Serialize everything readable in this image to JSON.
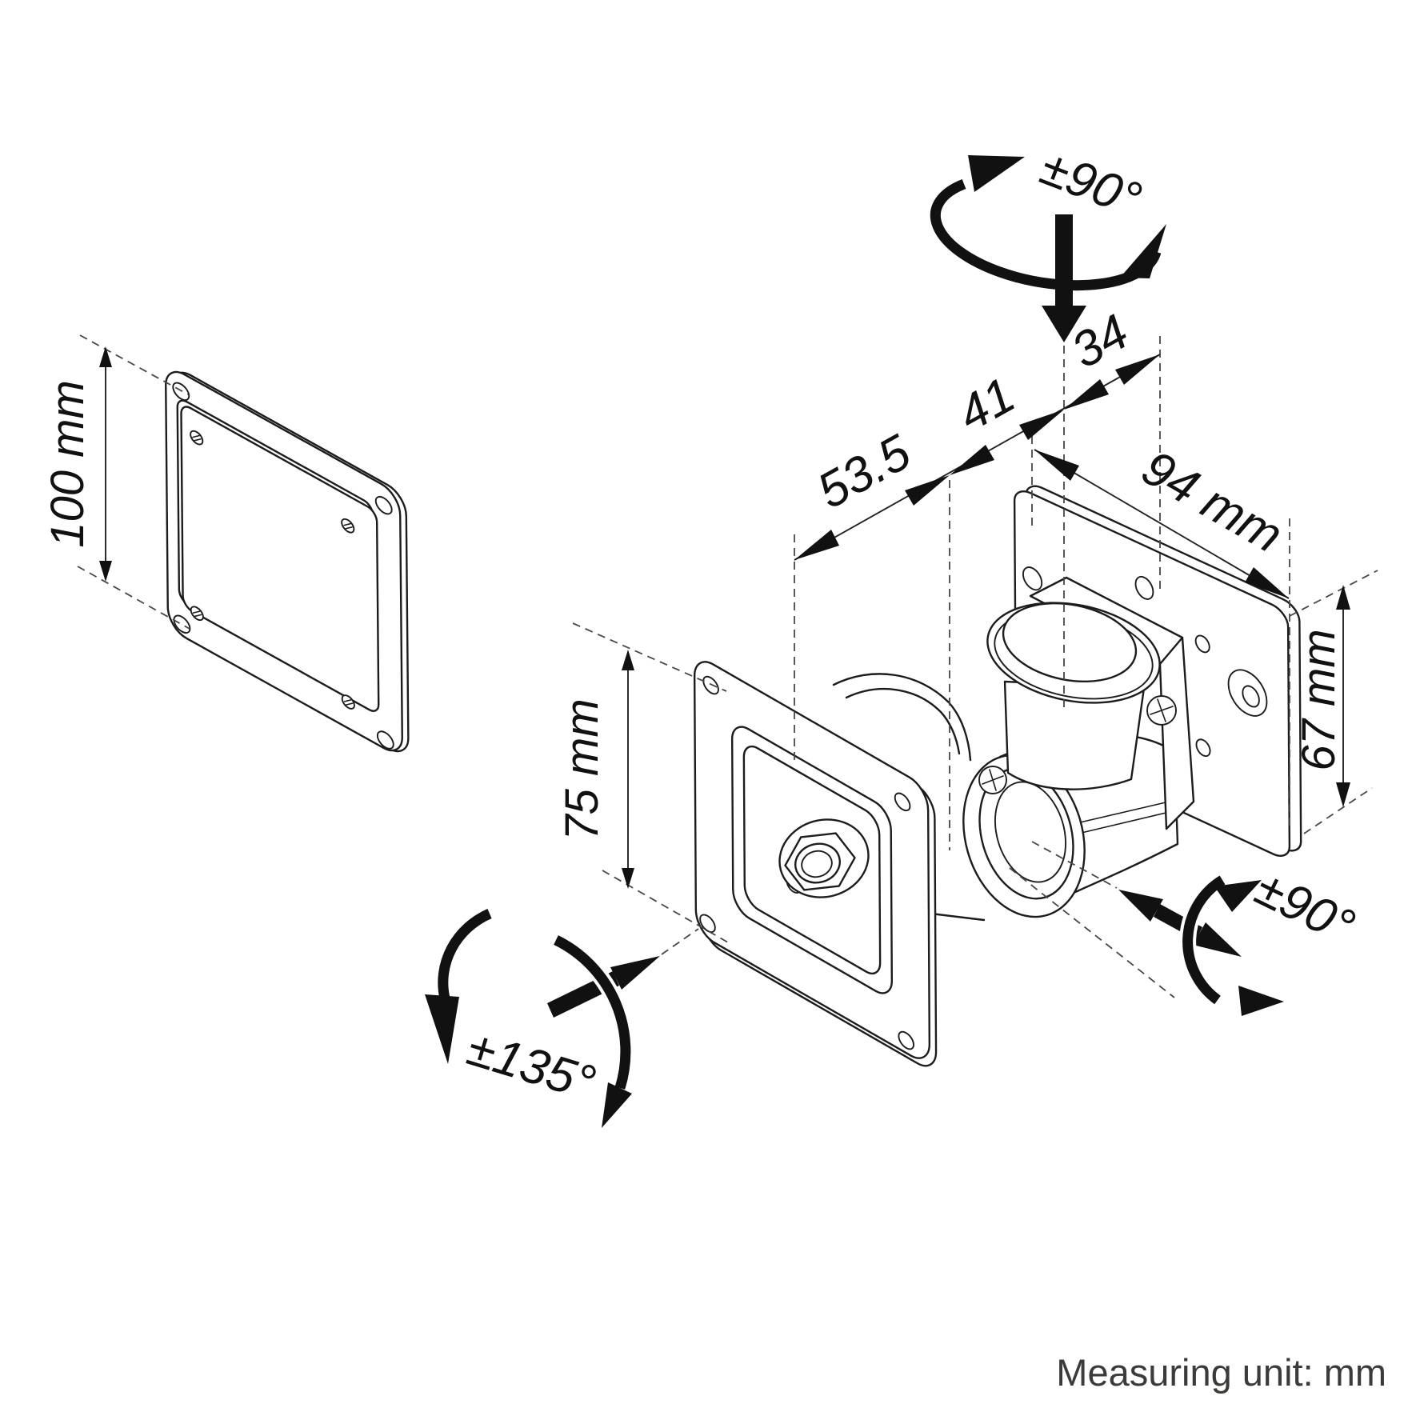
{
  "diagram": {
    "title": "Monitor wall mount exploded technical drawing",
    "unit_note": "Measuring unit: mm",
    "dimensions": {
      "vesa_adapter_height": {
        "label": "100 mm",
        "value": 100,
        "unit": "mm"
      },
      "front_plate_height": {
        "label": "75 mm",
        "value": 75,
        "unit": "mm"
      },
      "depth_front_segment": {
        "label": "53.5",
        "value": 53.5,
        "unit": "mm"
      },
      "depth_mid_segment": {
        "label": "41",
        "value": 41,
        "unit": "mm"
      },
      "depth_rear_segment": {
        "label": "34",
        "value": 34,
        "unit": "mm"
      },
      "wall_plate_width": {
        "label": "94 mm",
        "value": 94,
        "unit": "mm"
      },
      "wall_plate_height": {
        "label": "67 mm",
        "value": 67,
        "unit": "mm"
      }
    },
    "rotations": {
      "swivel_top": {
        "label": "±90°",
        "value": 90
      },
      "swivel_side": {
        "label": "±90°",
        "value": 90
      },
      "tilt": {
        "label": "±135°",
        "value": 135
      }
    },
    "colors": {
      "line": "#1c1c1c",
      "arrow": "#111111",
      "dashed": "#474747",
      "footer_text": "#3b3b39",
      "background": "#ffffff"
    }
  }
}
